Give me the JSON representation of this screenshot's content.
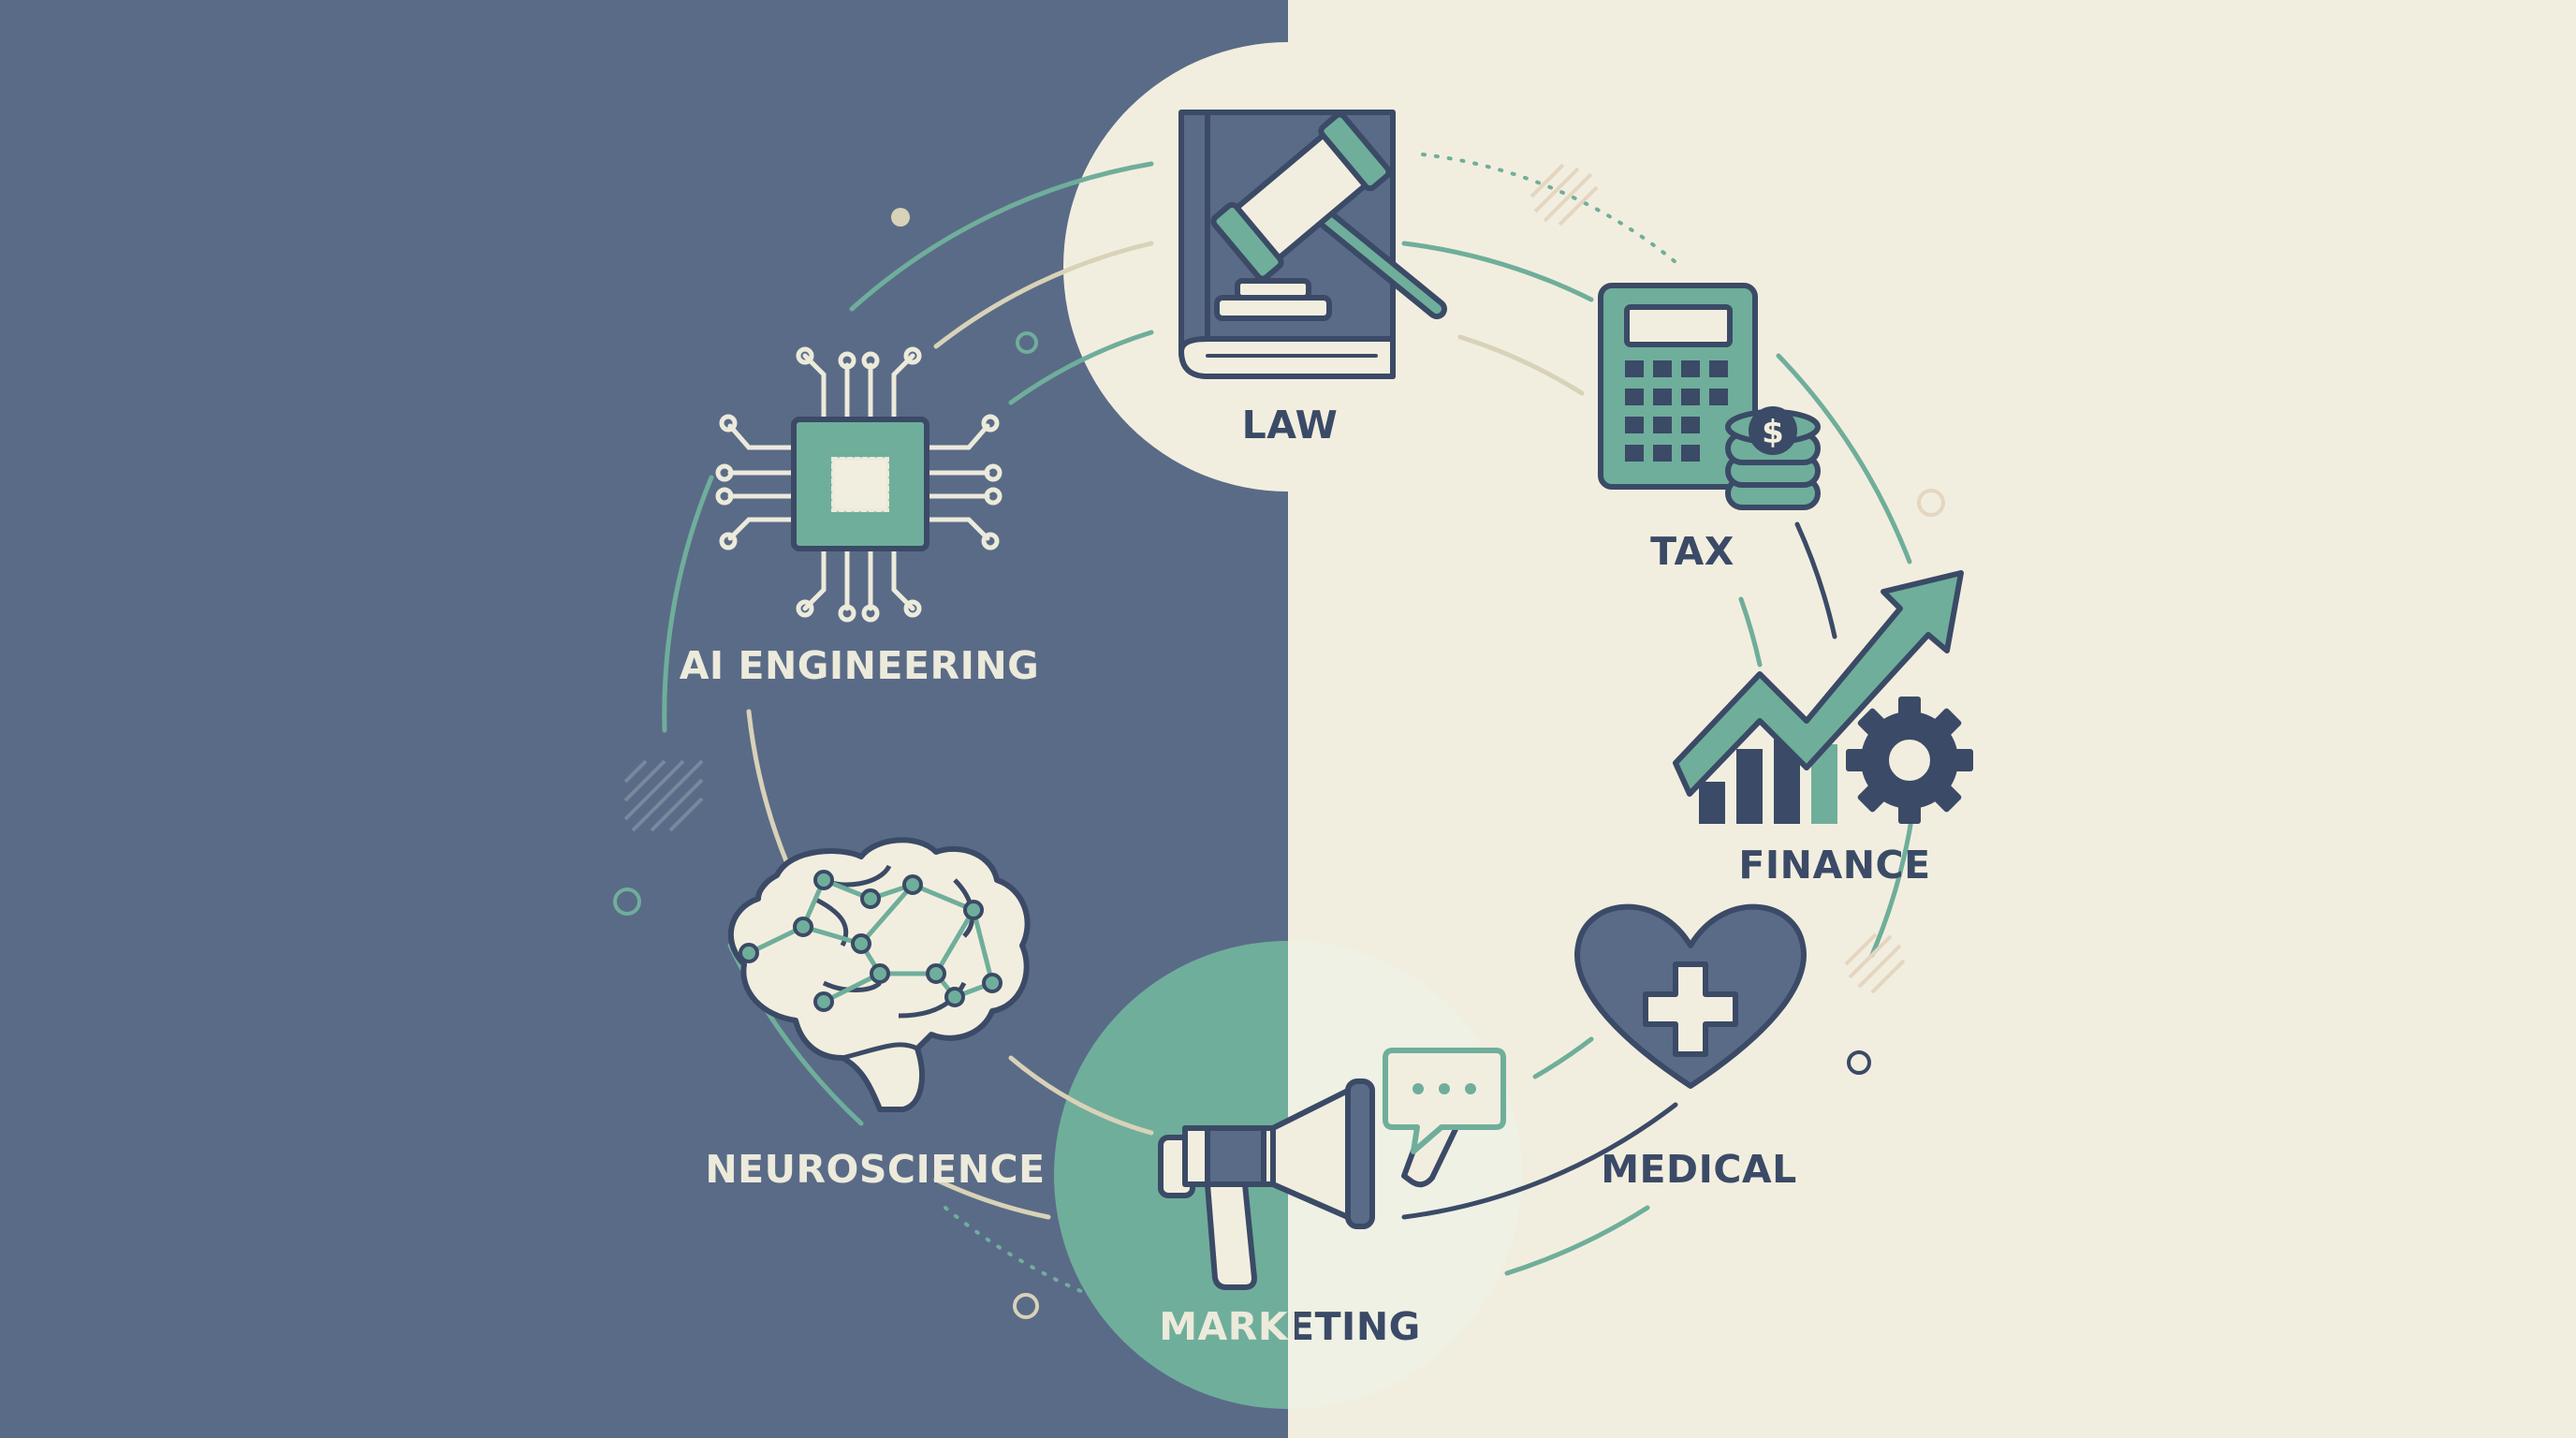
{
  "colors": {
    "navy_bg": "#5a6b87",
    "cream_bg": "#f2eedf",
    "teal": "#6fae9b",
    "dark_outline": "#3b4a66",
    "light_text": "#eceadb"
  },
  "nodes": [
    {
      "id": "law",
      "label": "LAW",
      "icon": "gavel-book-icon"
    },
    {
      "id": "tax",
      "label": "TAX",
      "icon": "calculator-coins-icon"
    },
    {
      "id": "finance",
      "label": "FINANCE",
      "icon": "growth-chart-gear-icon"
    },
    {
      "id": "medical",
      "label": "MEDICAL",
      "icon": "heart-cross-icon"
    },
    {
      "id": "marketing",
      "label": "MARKETING",
      "icon": "megaphone-chat-icon"
    },
    {
      "id": "neuroscience",
      "label": "NEUROSCIENCE",
      "icon": "brain-network-icon"
    },
    {
      "id": "ai_engineering",
      "label": "AI ENGINEERING",
      "icon": "microchip-icon"
    }
  ]
}
